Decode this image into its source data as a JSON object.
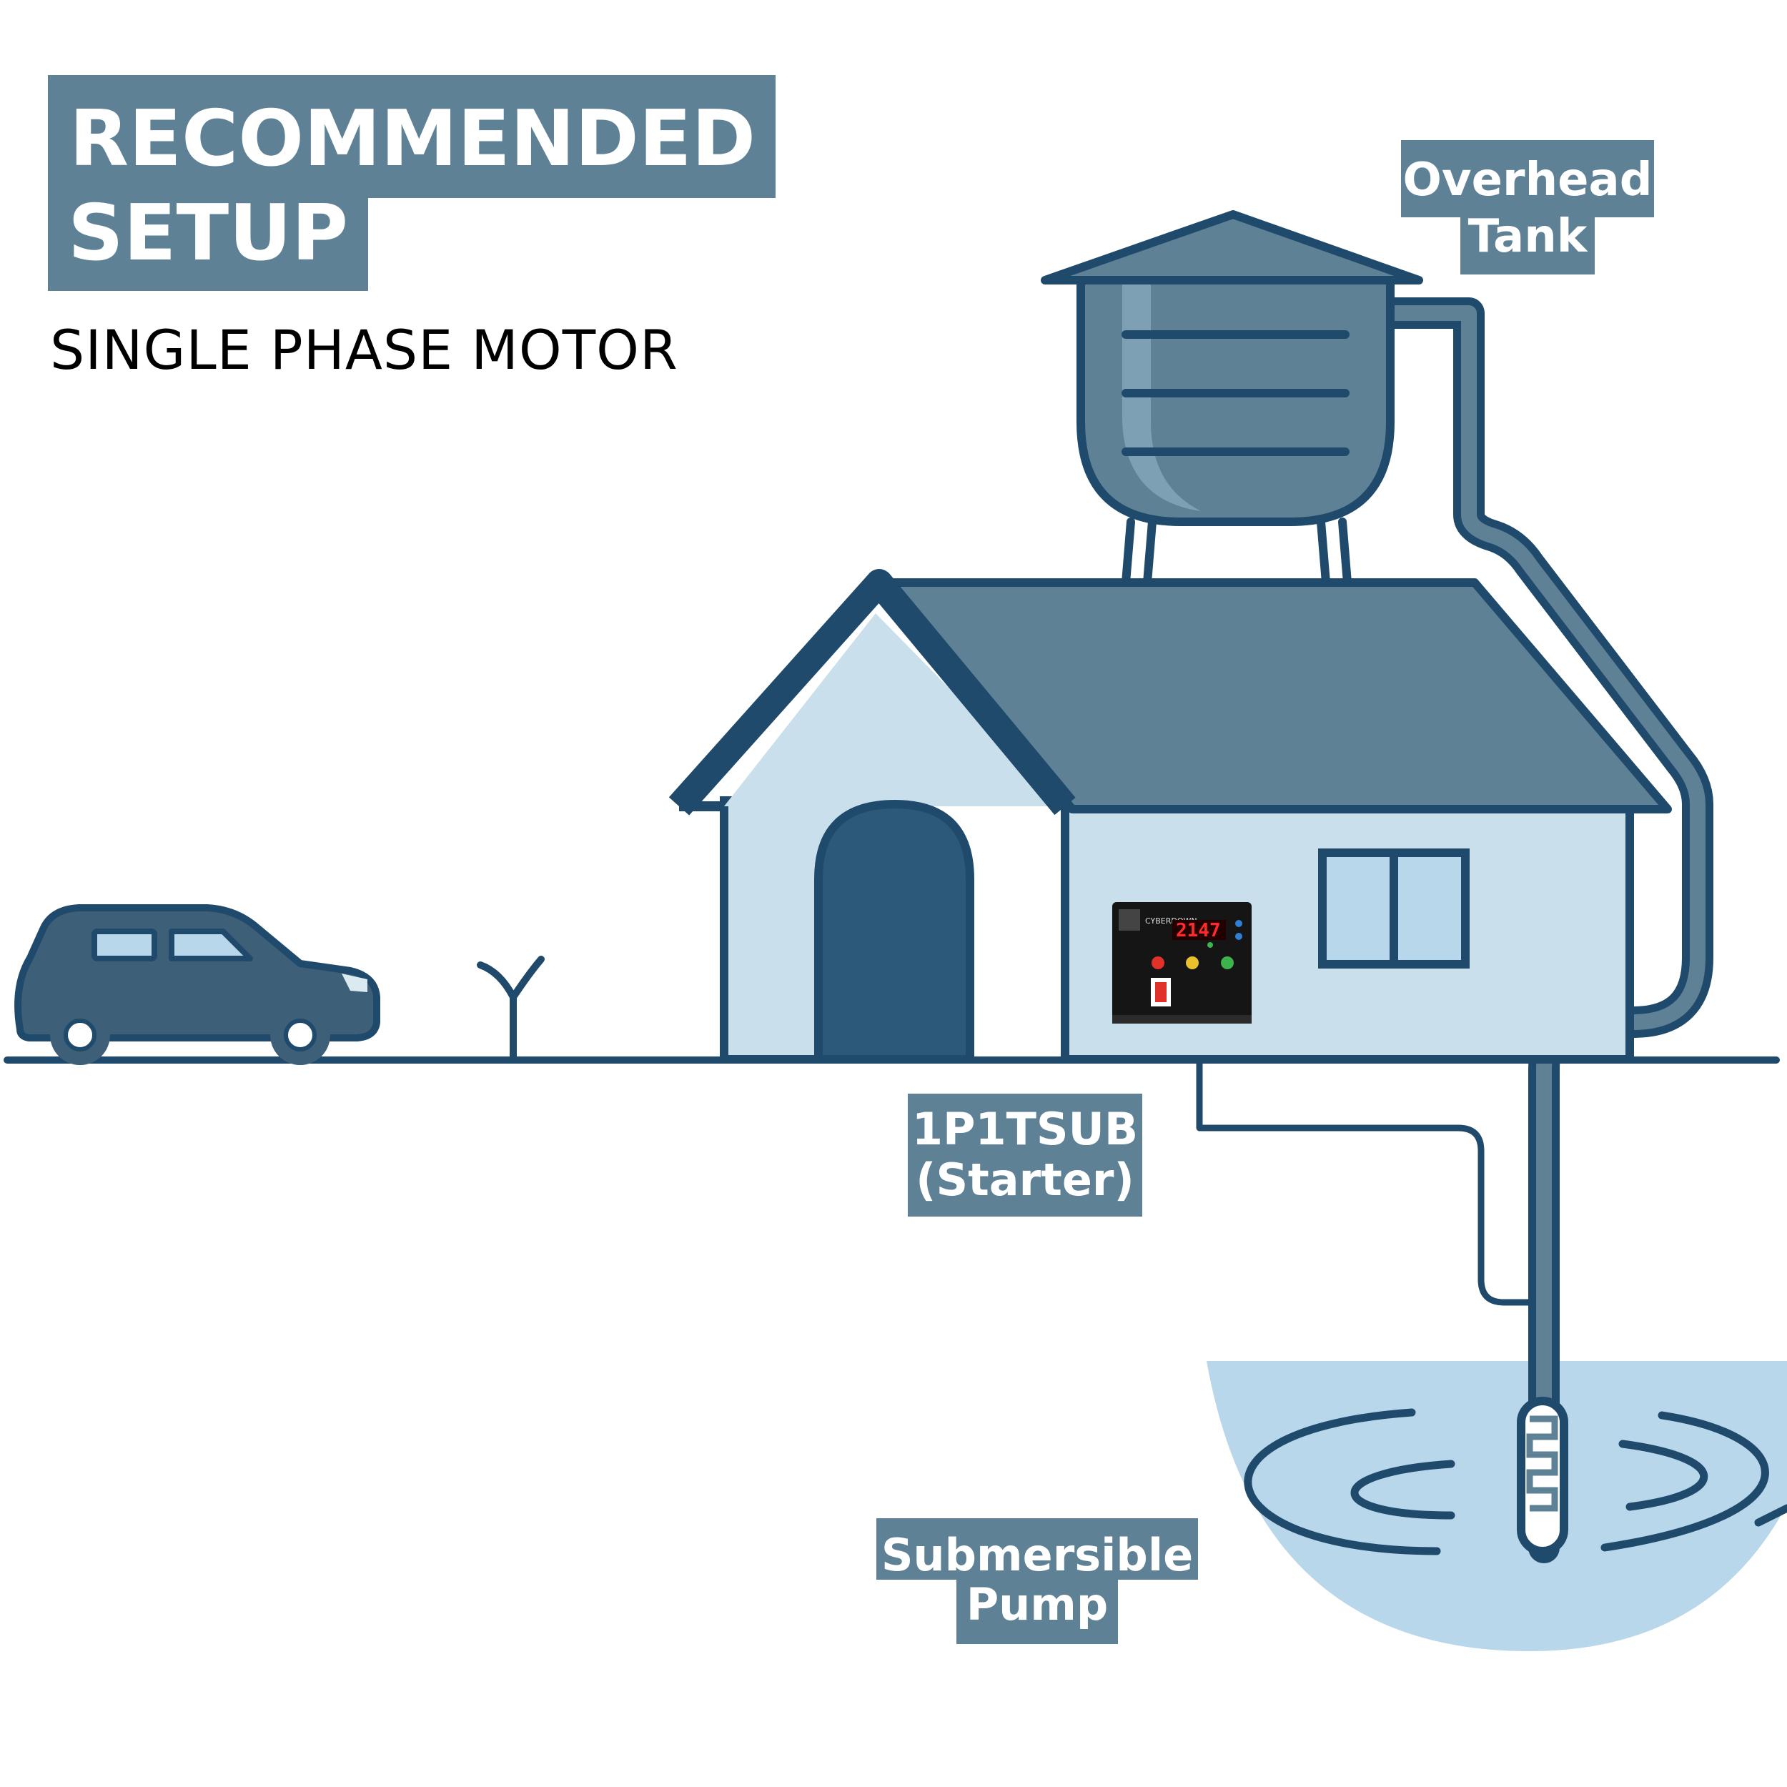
{
  "title": {
    "line1": "RECOMMENDED",
    "line2": "SETUP"
  },
  "subtitle": "SINGLE PHASE MOTOR",
  "labels": {
    "overhead_tank": {
      "line1": "Overhead",
      "line2": "Tank"
    },
    "starter": {
      "line1": "1P1TSUB",
      "line2": "(Starter)"
    },
    "submersible_pump": {
      "line1": "Submersible",
      "line2": "Pump"
    }
  },
  "starter_device": {
    "brand": "CYBERDOWN",
    "display": "2147"
  },
  "colors": {
    "label_bg": "#5e8196",
    "outline": "#1f4a6b",
    "roof": "#5e8196",
    "house_wall": "#c9e0ec",
    "water": "#b8d7ea",
    "car": "#3e5f78"
  }
}
